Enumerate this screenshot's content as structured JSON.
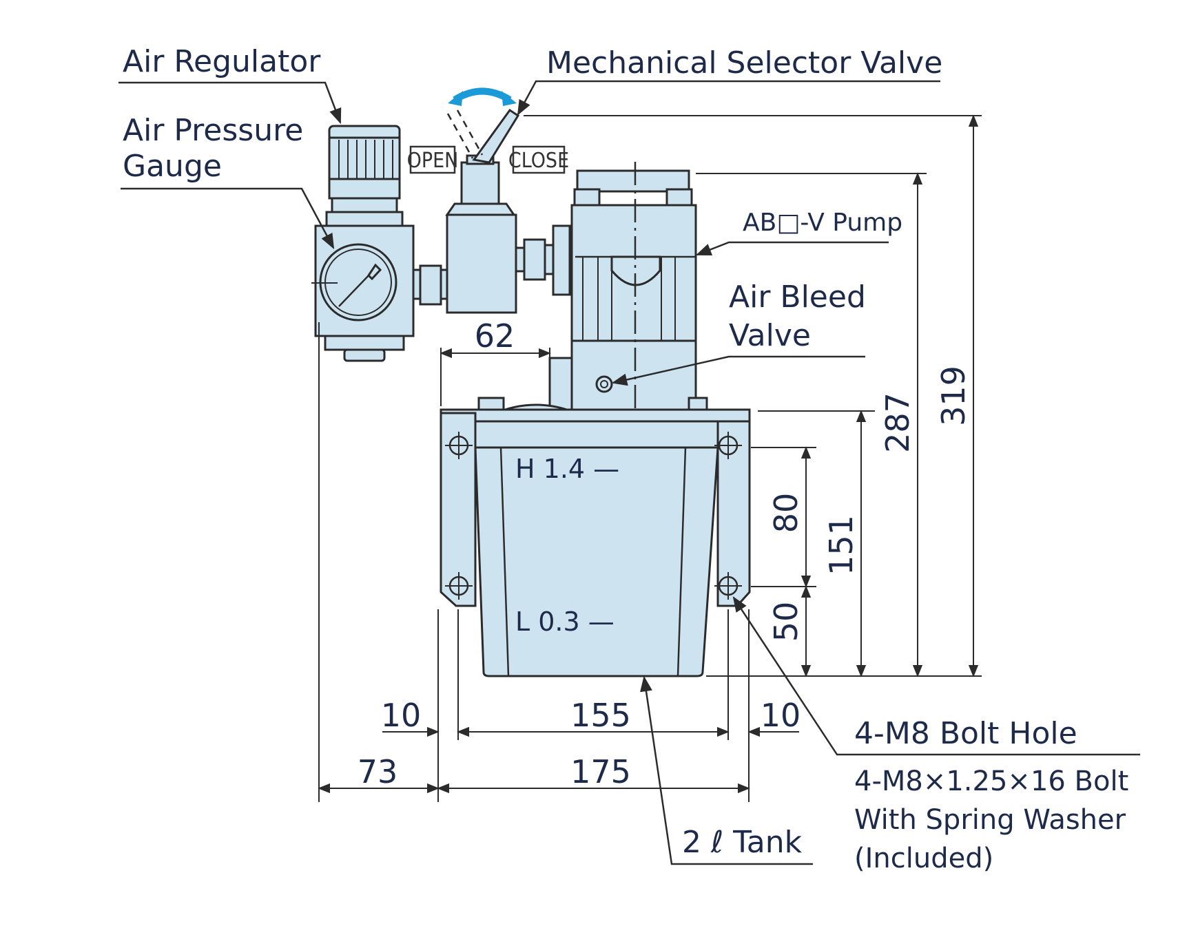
{
  "diagram": {
    "type": "dimensional drawing",
    "subject": "Air hydraulic pump unit",
    "accent_color": "#cde4f0",
    "arrow_color": "#1a9ad6",
    "callouts": {
      "air_regulator": "Air Regulator",
      "air_pressure_gauge_line1": "Air Pressure",
      "air_pressure_gauge_line2": "Gauge",
      "mechanical_selector_valve": "Mechanical Selector Valve",
      "pump": "AB□-V Pump",
      "air_bleed_valve_line1": "Air Bleed",
      "air_bleed_valve_line2": "Valve",
      "bolt_hole": "4-M8 Bolt Hole",
      "bolt_spec_line1": "4-M8×1.25×16 Bolt",
      "bolt_spec_line2": "With Spring Washer",
      "bolt_spec_line3": "(Included)",
      "tank": "2 ℓ Tank"
    },
    "valve_tags": {
      "open": "OPEN",
      "close": "CLOSE"
    },
    "level_marks": {
      "high": "H  1.4 —",
      "low": "L  0.3 —"
    },
    "dimensions": {
      "width_62": "62",
      "height_319": "319",
      "height_287": "287",
      "height_151": "151",
      "height_80": "80",
      "height_50": "50",
      "offset_left_10": "10",
      "bolt_span_155": "155",
      "offset_right_10": "10",
      "regulator_offset_73": "73",
      "base_width_175": "175"
    }
  }
}
